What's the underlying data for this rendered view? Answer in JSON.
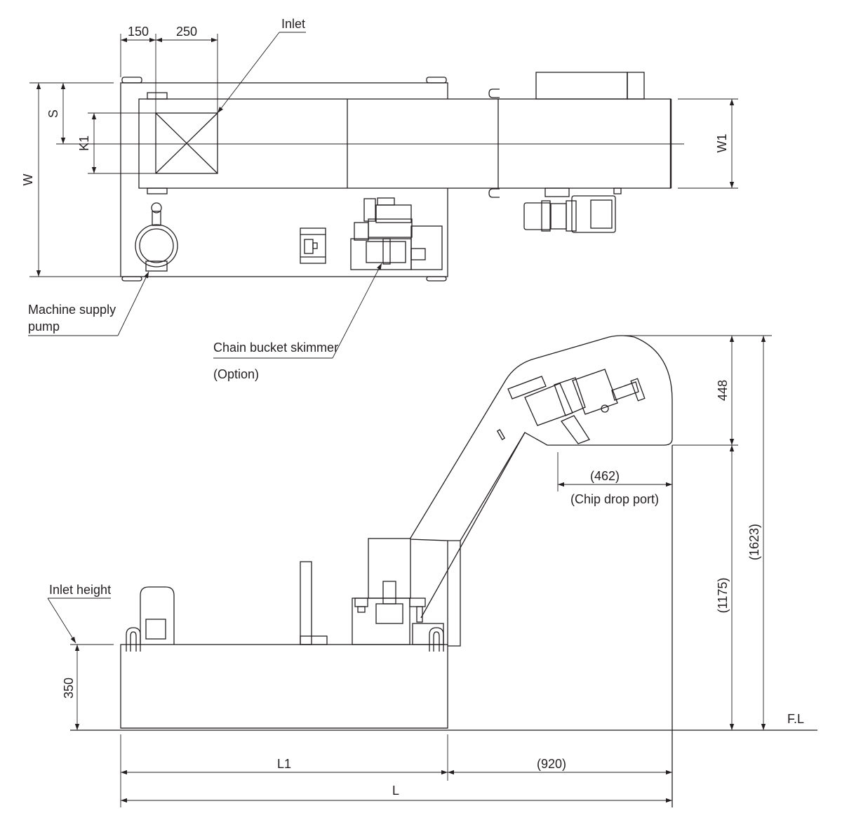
{
  "top_view": {
    "dim_150": "150",
    "dim_250": "250",
    "dim_s": "S",
    "dim_k1": "K1",
    "dim_w": "W",
    "dim_w1": "W1",
    "inlet": "Inlet",
    "pump_line1": "Machine supply",
    "pump_line2": "pump",
    "skimmer": "Chain bucket skimmer",
    "skimmer_note": "(Option)"
  },
  "side_view": {
    "inlet_height": "Inlet height",
    "dim_350": "350",
    "dim_448": "448",
    "dim_462": "(462)",
    "chip_drop_port": "(Chip drop port)",
    "dim_1175": "(1175)",
    "dim_1623": "(1623)",
    "floor_level": "F.L",
    "dim_l1": "L1",
    "dim_920": "(920)",
    "dim_l": "L"
  }
}
